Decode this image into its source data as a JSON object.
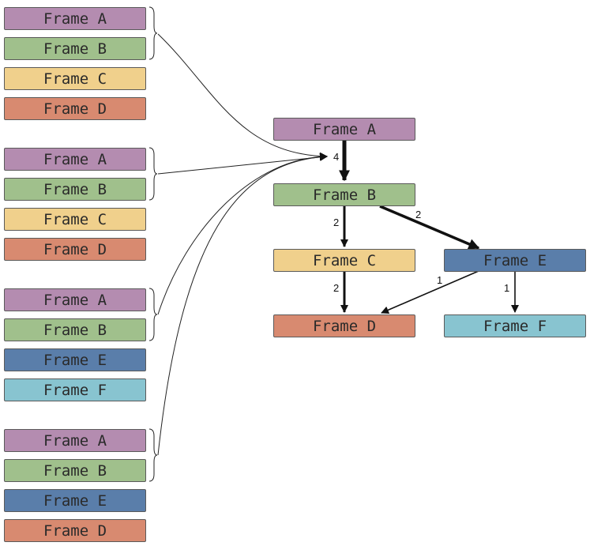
{
  "colors": {
    "frame_a": "#b48cb0",
    "frame_b": "#a0c08c",
    "frame_c": "#f0d08c",
    "frame_d": "#d88a70",
    "frame_e": "#5a7eaa",
    "frame_f": "#88c4d0"
  },
  "stacks": [
    {
      "frames": [
        "Frame A",
        "Frame B",
        "Frame C",
        "Frame D"
      ]
    },
    {
      "frames": [
        "Frame A",
        "Frame B",
        "Frame C",
        "Frame D"
      ]
    },
    {
      "frames": [
        "Frame A",
        "Frame B",
        "Frame E",
        "Frame F"
      ]
    },
    {
      "frames": [
        "Frame A",
        "Frame B",
        "Frame E",
        "Frame D"
      ]
    }
  ],
  "tree": {
    "nodes": {
      "a": "Frame A",
      "b": "Frame B",
      "c": "Frame C",
      "d": "Frame D",
      "e": "Frame E",
      "f": "Frame F"
    },
    "edges": {
      "a_b": "4",
      "b_c": "2",
      "b_e": "2",
      "c_d": "2",
      "e_d": "1",
      "e_f": "1"
    }
  }
}
